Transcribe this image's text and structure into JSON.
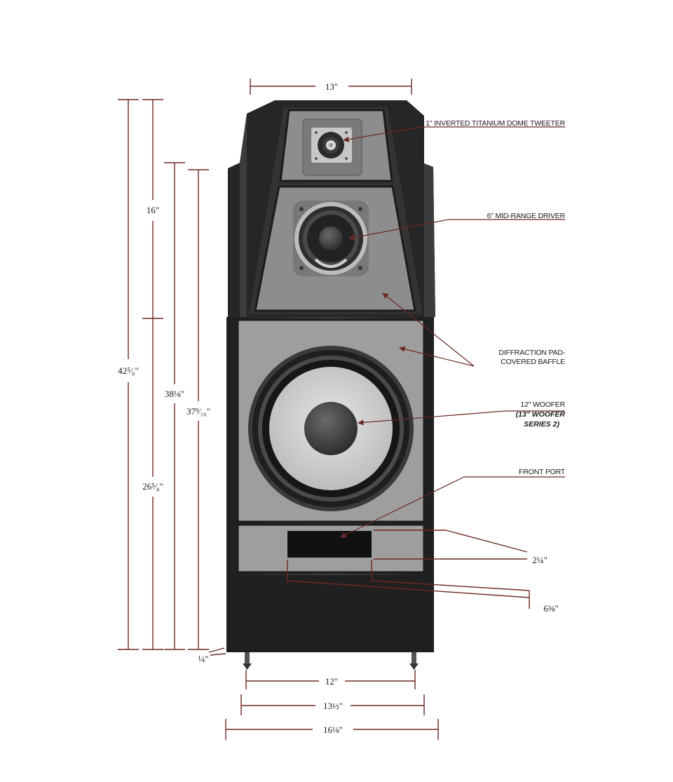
{
  "colors": {
    "dimension_line": "#6b2a24",
    "cabinet_dark": "#2b2b2b",
    "cabinet_mid": "#555555",
    "baffle_light": "#9a9a9a",
    "woofer_cone": "#cfcfcf"
  },
  "dimensions": {
    "top_width": "13\"",
    "upper_module_height": "16\"",
    "total_height": "42⁵⁄₈\"",
    "height_a": "38⅛\"",
    "height_b": "37⁹⁄₁₆\"",
    "lower_module_height": "26⁵⁄₈\"",
    "foot_height": "¼\"",
    "port_height": "2¼\"",
    "port_width": "6⅜\"",
    "foot_spacing": "12\"",
    "base_width": "13½\"",
    "overall_width": "16⅛\""
  },
  "callouts": {
    "tweeter": "1\" INVERTED TITANIUM DOME TWEETER",
    "midrange": "6\" MID-RANGE DRIVER",
    "baffle_line1": "DIFFRACTION PAD-",
    "baffle_line2": "COVERED BAFFLE",
    "woofer_line1": "12\" WOOFER",
    "woofer_line2": "(13\" WOOFER",
    "woofer_line3": "SERIES 2)",
    "port": "FRONT PORT"
  }
}
